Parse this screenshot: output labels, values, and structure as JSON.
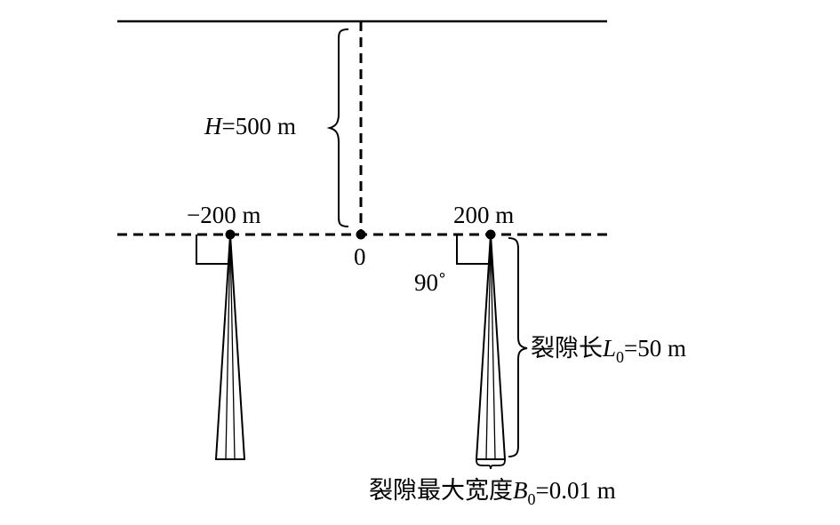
{
  "labels": {
    "depth_var": "H",
    "depth_value": "=500 m",
    "left_pos": "−200 m",
    "right_pos": "200 m",
    "origin": "0",
    "angle": "90˚",
    "length_prefix": "裂隙长",
    "length_var": "L",
    "length_sub": "0",
    "length_value": "=50 m",
    "width_prefix": "裂隙最大宽度",
    "width_var": "B",
    "width_sub": "0",
    "width_value": "=0.01 m"
  },
  "colors": {
    "line": "#000000"
  }
}
